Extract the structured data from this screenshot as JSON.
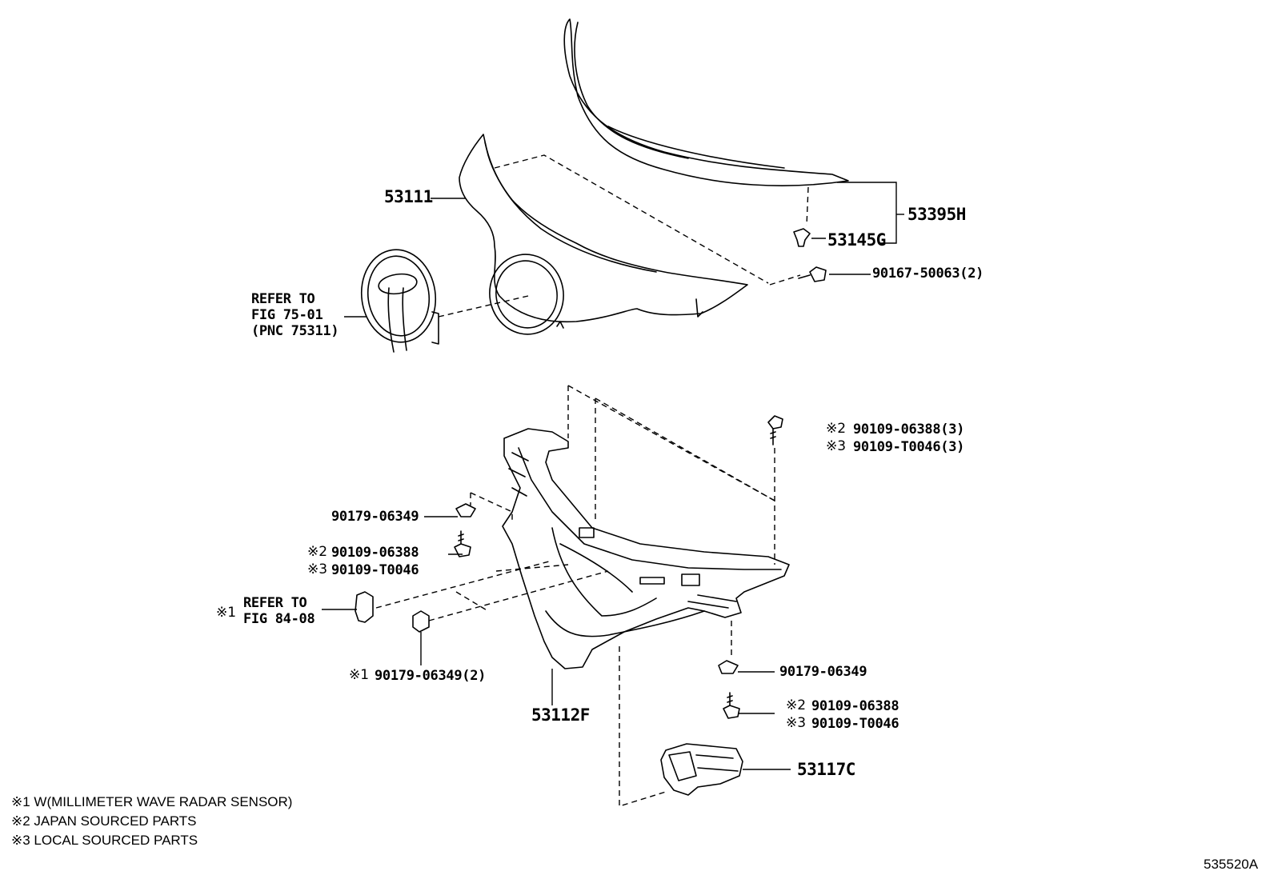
{
  "callouts": {
    "c53111": "53111",
    "c53395H": "53395H",
    "c53145G": "53145G",
    "c90167": "90167-50063(2)",
    "emblem_ref_1": "REFER TO",
    "emblem_ref_2": "FIG 75-01",
    "emblem_ref_3": "(PNC 75311)",
    "top_right_mark2": "※2",
    "top_right_pn2": "90109-06388(3)",
    "top_right_mark3": "※3",
    "top_right_pn3": "90109-T0046(3)",
    "left_nut": "90179-06349",
    "left_bolt_mark2": "※2",
    "left_bolt_pn2": "90109-06388",
    "left_bolt_mark3": "※3",
    "left_bolt_pn3": "90109-T0046",
    "radar_mark1": "※1",
    "radar_ref_1": "REFER TO",
    "radar_ref_2": "FIG 84-08",
    "clip_mark1": "※1",
    "clip_pn": "90179-06349(2)",
    "c53112F": "53112F",
    "right_nut": "90179-06349",
    "right_bolt_mark2": "※2",
    "right_bolt_pn2": "90109-06388",
    "right_bolt_mark3": "※3",
    "right_bolt_pn3": "90109-T0046",
    "c53117C": "53117C"
  },
  "legend": [
    "※1 W(MILLIMETER WAVE RADAR SENSOR)",
    "※2 JAPAN SOURCED PARTS",
    "※3 LOCAL SOURCED PARTS"
  ],
  "illustration_number": "535520A"
}
